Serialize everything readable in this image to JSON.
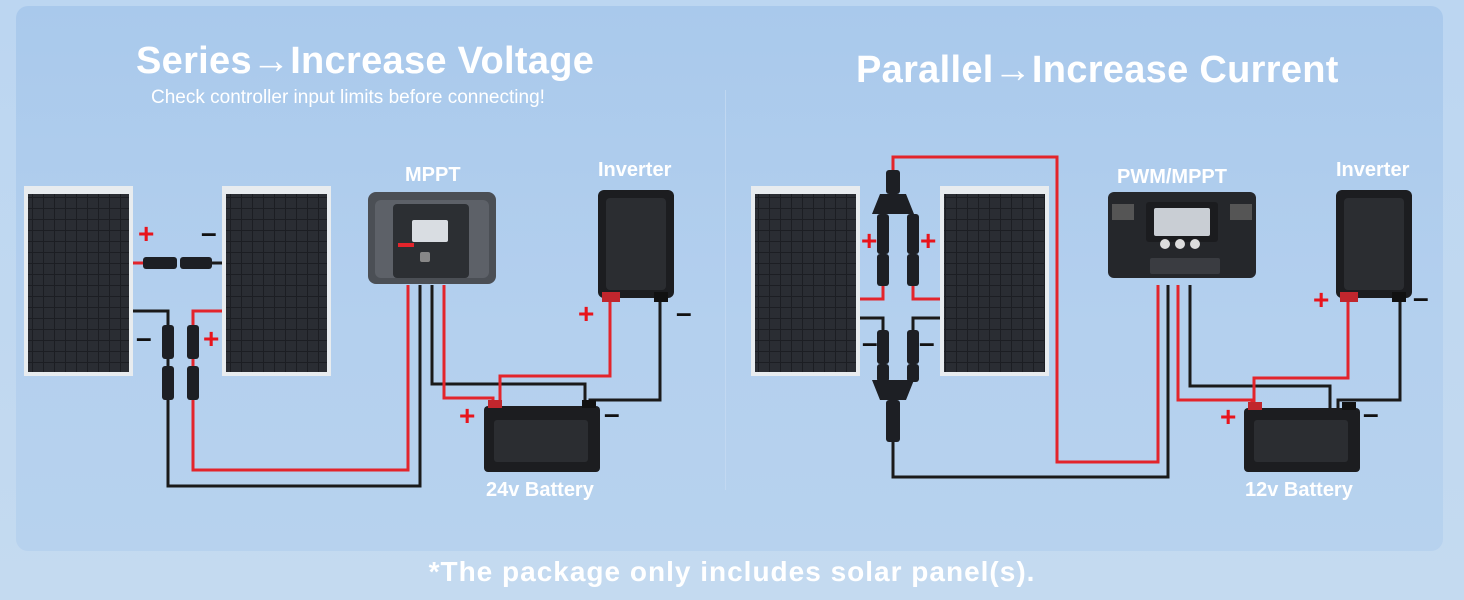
{
  "left": {
    "title": "Series→Increase Voltage",
    "subtitle": "Check controller input limits before connecting!",
    "controller_label": "MPPT",
    "inverter_label": "Inverter",
    "battery_label": "24v Battery"
  },
  "right": {
    "title": "Parallel→Increase Current",
    "controller_label": "PWM/MPPT",
    "inverter_label": "Inverter",
    "battery_label": "12v Battery"
  },
  "signs": {
    "plus": "+",
    "minus": "–"
  },
  "footer": "*The package only includes solar panel(s).",
  "colors": {
    "positive_wire": "#e3242b",
    "negative_wire": "#1a1a1a",
    "panel": "#202227",
    "background": "#a9c9ec"
  },
  "icons": [
    "solar-panel-icon",
    "mc4-connector-icon",
    "charge-controller-icon",
    "inverter-icon",
    "battery-icon"
  ]
}
